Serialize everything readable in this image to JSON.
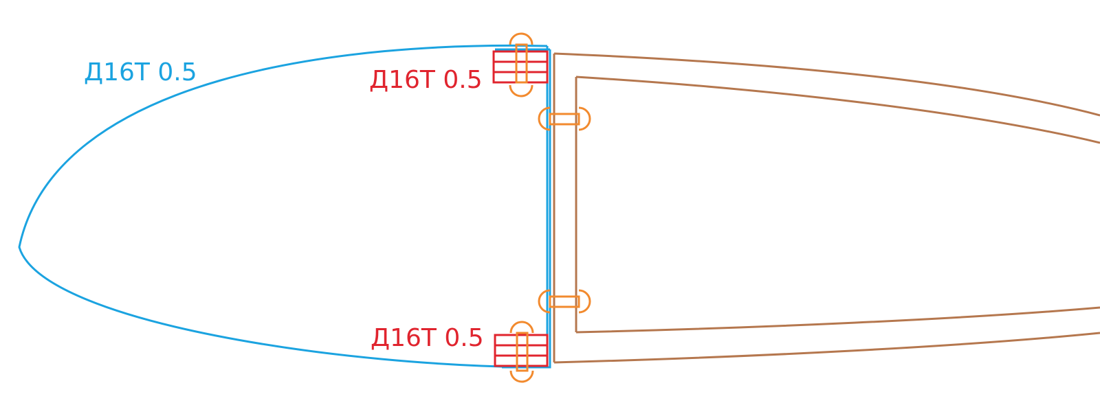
{
  "labels": {
    "skin_material": "Д16Т 0.5",
    "upper_strip_material": "Д16Т 0.5",
    "lower_strip_material": "Д16Т 0.5"
  },
  "colors": {
    "skin": "#1ba3e0",
    "strip": "#e0242e",
    "rivet": "#f28a2e",
    "rear_structure": "#b5774e",
    "background": "#ffffff"
  }
}
